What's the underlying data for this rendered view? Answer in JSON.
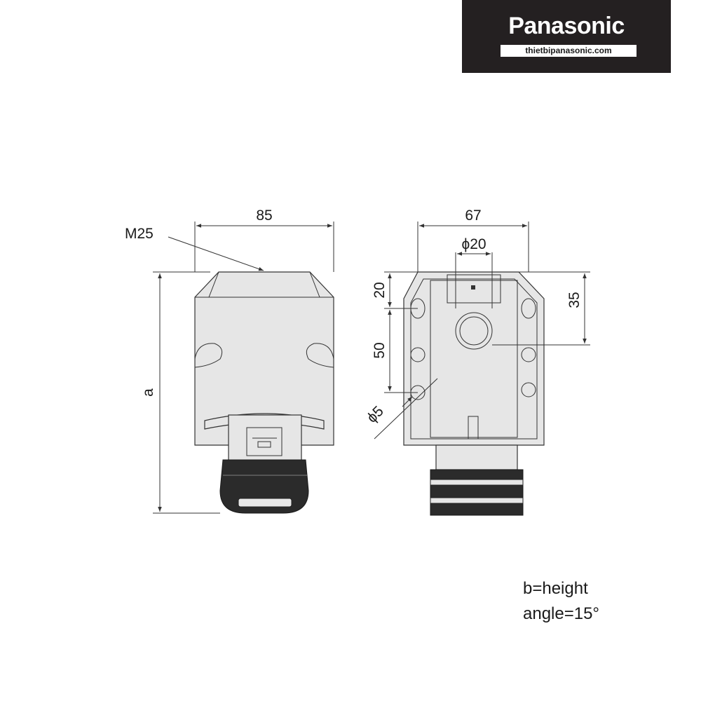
{
  "brand": {
    "name": "Panasonic",
    "url": "thietbipanasonic.com",
    "bg_color": "#242021"
  },
  "dimensions": {
    "side_width": "85",
    "thread": "M25",
    "height_label": "a",
    "front_width": "67",
    "entry_diameter": "ϕ20",
    "top_offset": "20",
    "hole_pitch": "50",
    "entry_offset": "35",
    "hole_diameter": "ϕ5"
  },
  "notes": {
    "line1": "b=height",
    "line2": "angle=15°"
  }
}
